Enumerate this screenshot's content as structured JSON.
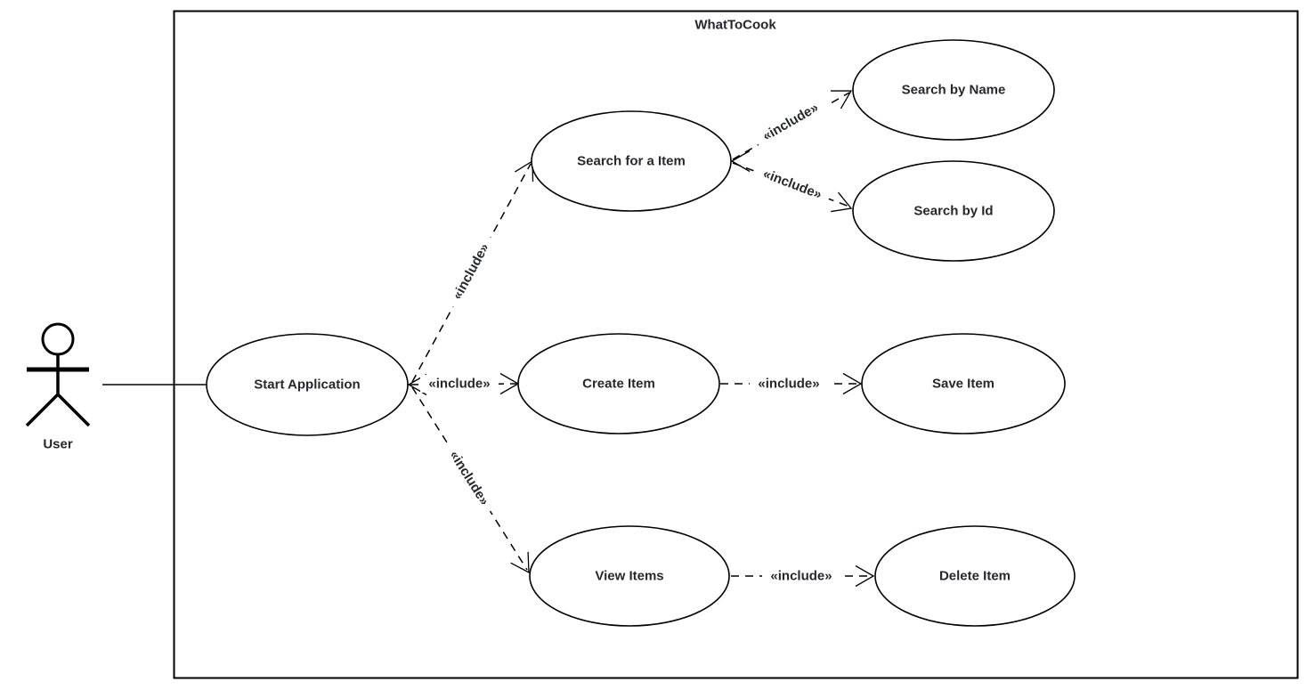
{
  "diagram": {
    "kind": "uml-use-case-diagram",
    "title": "WhatToCook",
    "actor": {
      "label": "User"
    },
    "use_cases": [
      {
        "id": "start-application",
        "label": "Start Application"
      },
      {
        "id": "search-for-a-item",
        "label": "Search for a Item"
      },
      {
        "id": "search-by-name",
        "label": "Search by Name"
      },
      {
        "id": "search-by-id",
        "label": "Search by Id"
      },
      {
        "id": "create-item",
        "label": "Create Item"
      },
      {
        "id": "save-item",
        "label": "Save Item"
      },
      {
        "id": "view-items",
        "label": "View Items"
      },
      {
        "id": "delete-item",
        "label": "Delete Item"
      }
    ],
    "relationships": [
      {
        "from": "User",
        "to": "Start Application",
        "type": "association",
        "label": ""
      },
      {
        "from": "Start Application",
        "to": "Search for a Item",
        "type": "include",
        "label": "«include»"
      },
      {
        "from": "Start Application",
        "to": "Create Item",
        "type": "include",
        "label": "«include»"
      },
      {
        "from": "Start Application",
        "to": "View Items",
        "type": "include",
        "label": "«include»"
      },
      {
        "from": "Search for a Item",
        "to": "Search by Name",
        "type": "include",
        "label": "«include»"
      },
      {
        "from": "Search for a Item",
        "to": "Search by Id",
        "type": "include",
        "label": "«include»"
      },
      {
        "from": "Create Item",
        "to": "Save Item",
        "type": "include",
        "label": "«include»"
      },
      {
        "from": "View Items",
        "to": "Delete Item",
        "type": "include",
        "label": "«include»"
      }
    ],
    "colors": {
      "stroke": "#000000",
      "text": "#26282e",
      "background": "#ffffff"
    }
  }
}
